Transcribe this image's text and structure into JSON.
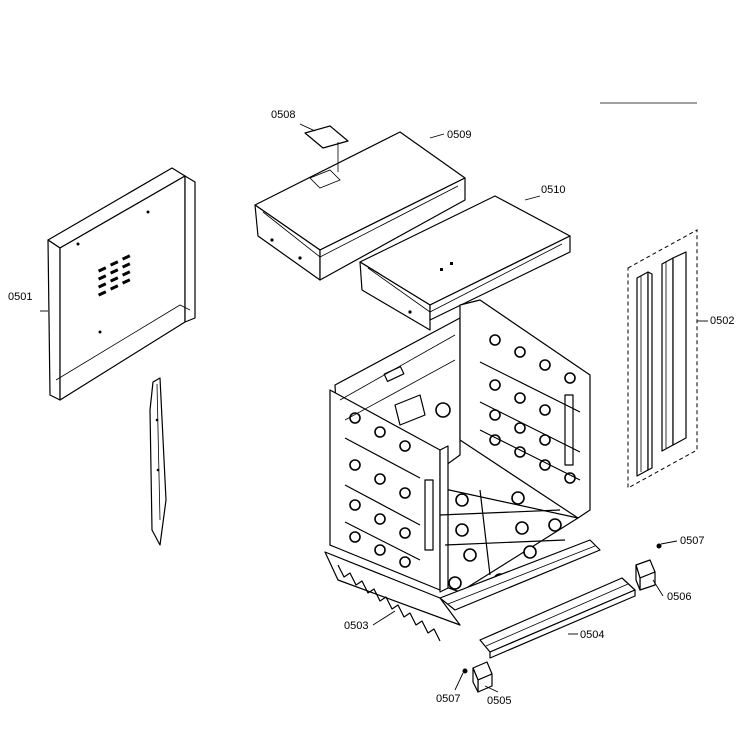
{
  "callouts": {
    "c0501": "0501",
    "c0502": "0502",
    "c0503": "0503",
    "c0504": "0504",
    "c0505": "0505",
    "c0506": "0506",
    "c0507a": "0507",
    "c0507b": "0507",
    "c0508": "0508",
    "c0509": "0509",
    "c0510": "0510"
  }
}
